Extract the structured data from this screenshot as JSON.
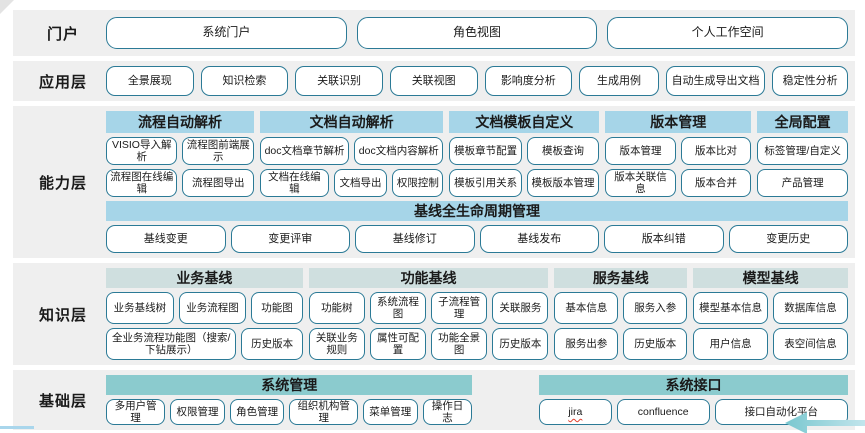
{
  "colors": {
    "band_bg": "#efefef",
    "button_border": "#2b7a96",
    "capability_header_bg": "#a6d5e8",
    "knowledge_header_bg": "#cfdfdf",
    "foundation_header_bg": "#8bcbce",
    "arrow_teal": "#8ed2d8",
    "spellcheck_underline": "#e0402f"
  },
  "portal": {
    "label": "门户",
    "buttons": [
      "系统门户",
      "角色视图",
      "个人工作空间"
    ]
  },
  "app": {
    "label": "应用层",
    "buttons": [
      "全景展现",
      "知识检索",
      "关联识别",
      "关联视图",
      "影响度分析",
      "生成用例",
      "自动生成导出文档",
      "稳定性分析"
    ]
  },
  "capability": {
    "label": "能力层",
    "groups": [
      {
        "title": "流程自动解析",
        "rows": [
          [
            "VISIO导入解析",
            "流程图前端展示"
          ],
          [
            "流程图在线编辑",
            "流程图导出"
          ]
        ]
      },
      {
        "title": "文档自动解析",
        "rows": [
          [
            "doc文档章节解析",
            "doc文档内容解析"
          ],
          [
            "文档在线编辑",
            "文档导出",
            "权限控制"
          ]
        ]
      },
      {
        "title": "文档模板自定义",
        "rows": [
          [
            "模板章节配置",
            "模板查询"
          ],
          [
            "模板引用关系",
            "模板版本管理"
          ]
        ]
      },
      {
        "title": "版本管理",
        "rows": [
          [
            "版本管理",
            "版本比对"
          ],
          [
            "版本关联信息",
            "版本合并"
          ]
        ]
      },
      {
        "title": "全局配置",
        "rows": [
          [
            "标签管理/自定义"
          ],
          [
            "产品管理"
          ]
        ]
      }
    ],
    "baseline": {
      "title": "基线全生命周期管理",
      "buttons": [
        "基线变更",
        "变更评审",
        "基线修订",
        "基线发布",
        "版本纠错",
        "变更历史"
      ]
    }
  },
  "knowledge": {
    "label": "知识层",
    "groups": [
      {
        "title": "业务基线",
        "rows": [
          [
            "业务基线树",
            "业务流程图",
            "功能图"
          ],
          [
            "全业务流程功能图（搜索/下钻展示）",
            "历史版本"
          ]
        ]
      },
      {
        "title": "功能基线",
        "rows": [
          [
            "功能树",
            "系统流程图",
            "子流程管理",
            "关联服务"
          ],
          [
            "关联业务规则",
            "属性可配置",
            "功能全景图",
            "历史版本"
          ]
        ]
      },
      {
        "title": "服务基线",
        "rows": [
          [
            "基本信息",
            "服务入参"
          ],
          [
            "服务出参",
            "历史版本"
          ]
        ]
      },
      {
        "title": "模型基线",
        "rows": [
          [
            "模型基本信息",
            "数据库信息"
          ],
          [
            "用户信息",
            "表空间信息"
          ]
        ]
      }
    ]
  },
  "foundation": {
    "label": "基础层",
    "groups": [
      {
        "title": "系统管理",
        "buttons": [
          "多用户管理",
          "权限管理",
          "角色管理",
          "组织机构管理",
          "菜单管理",
          "操作日志"
        ]
      },
      {
        "title": "系统接口",
        "buttons": [
          "jira",
          "confluence",
          "接口自动化平台"
        ]
      }
    ]
  }
}
